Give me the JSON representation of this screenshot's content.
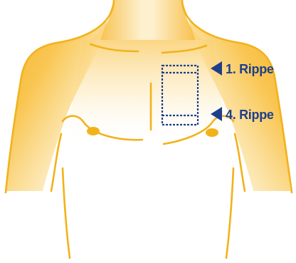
{
  "labels": {
    "rib1": "1. Rippe",
    "rib4": "4. Rippe"
  },
  "colors": {
    "outline": "#F2B21A",
    "fill_warm": "#F7B22B",
    "fill_light": "#FDF3D6",
    "pad_border": "#1E3F8C",
    "label_text": "#1E3F8C",
    "nipple": "#F2B21A"
  },
  "icons": {
    "marker": "left-pointing-triangle"
  }
}
